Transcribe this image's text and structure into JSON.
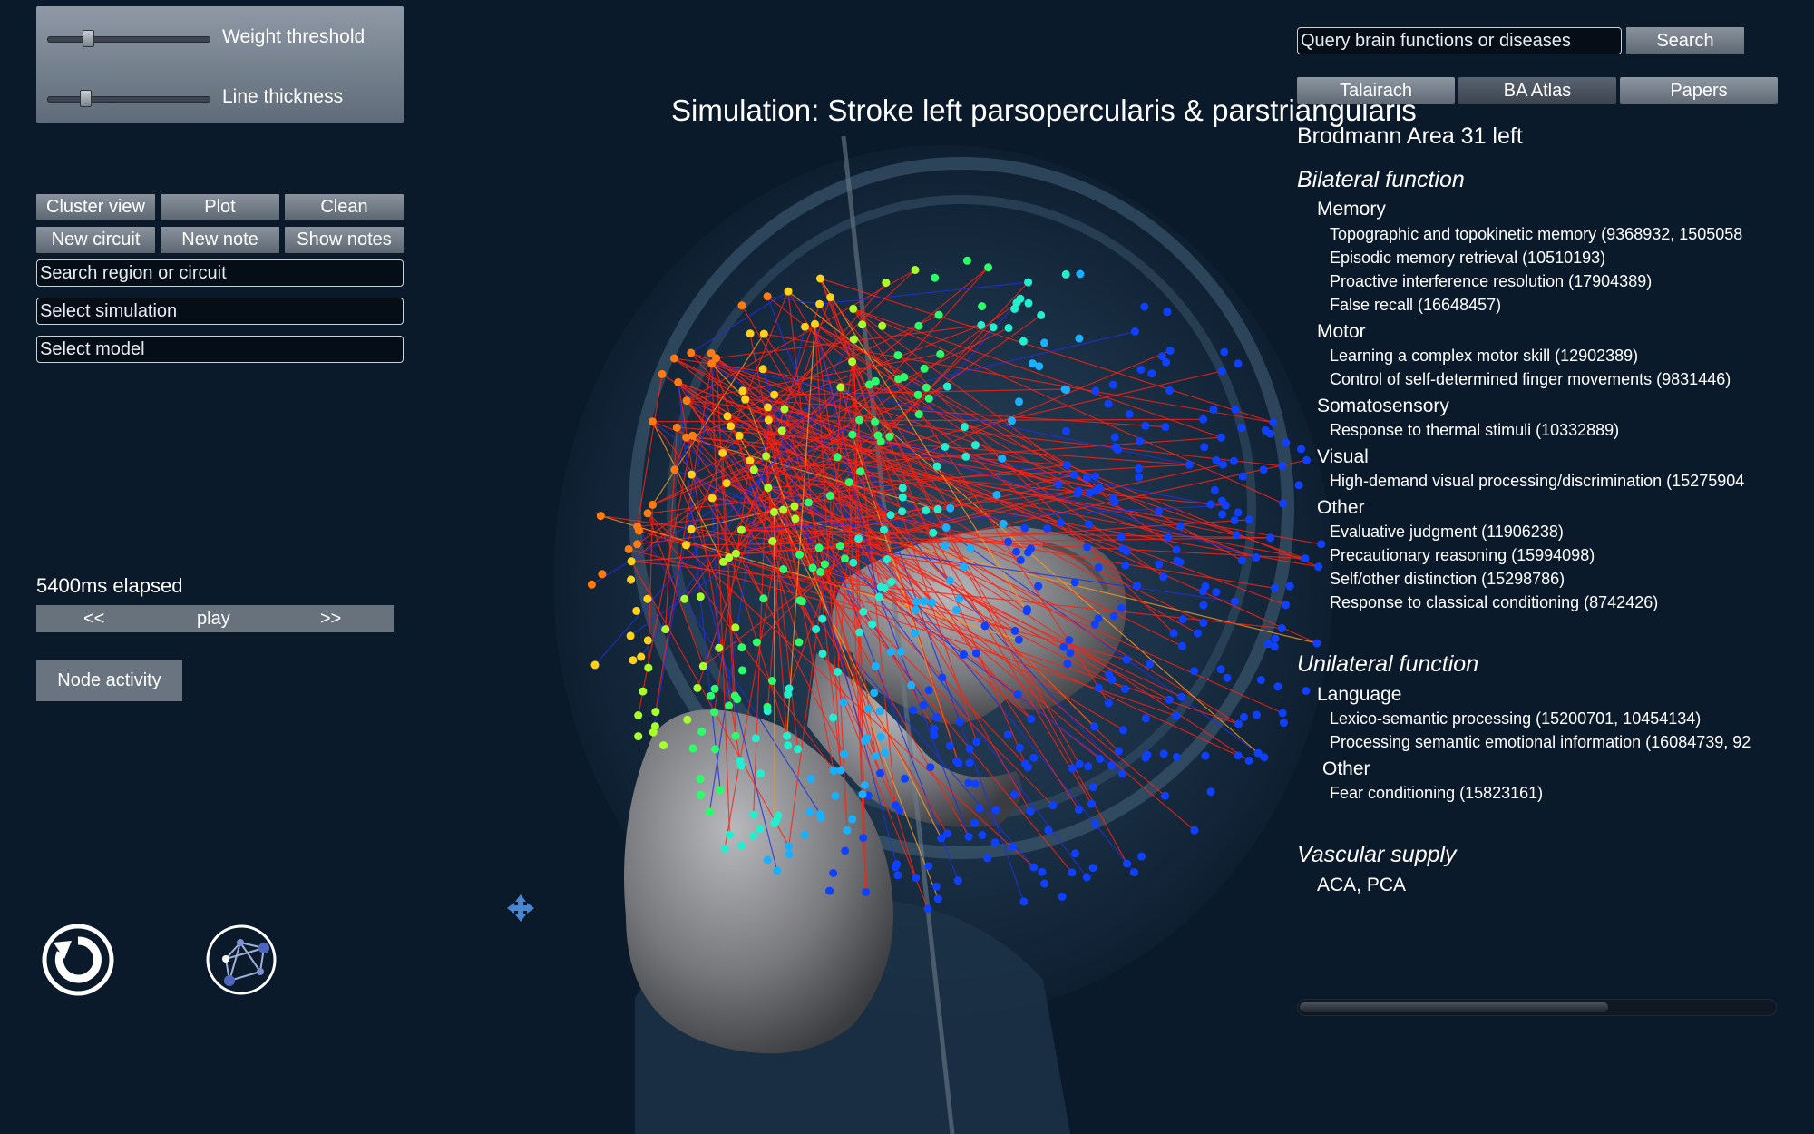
{
  "sliders": [
    {
      "label": "Weight threshold",
      "value": 0.22
    },
    {
      "label": "Line thickness",
      "value": 0.2
    }
  ],
  "toolbar": {
    "buttons_row1": [
      "Cluster view",
      "Plot",
      "Clean"
    ],
    "buttons_row2": [
      "New circuit",
      "New note",
      "Show notes"
    ]
  },
  "fields": {
    "search_region": "Search region or circuit",
    "select_simulation": "Select simulation",
    "select_model": "Select model"
  },
  "playback": {
    "elapsed": "5400ms elapsed",
    "rewind_label": "<<",
    "play_label": "play",
    "forward_label": ">>"
  },
  "node_activity_label": "Node activity",
  "icons": {
    "reset": "reset-icon",
    "network": "network-graph-icon",
    "move": "move-cursor-icon"
  },
  "title": "Simulation: Stroke left parsopercularis & parstriangularis",
  "search": {
    "placeholder": "Query brain functions or diseases",
    "button_label": "Search"
  },
  "tabs": [
    "Talairach",
    "BA Atlas",
    "Papers"
  ],
  "active_tab": "BA Atlas",
  "info": {
    "area_title": "Brodmann Area 31 left",
    "sections": [
      {
        "heading": "Bilateral function",
        "groups": [
          {
            "name": "Memory",
            "items": [
              "Topographic and topokinetic memory (9368932, 1505058",
              "Episodic memory retrieval (10510193)",
              "Proactive interference resolution (17904389)",
              "False recall (16648457)"
            ]
          },
          {
            "name": "Motor",
            "items": [
              "Learning a complex motor skill (12902389)",
              "Control of self-determined finger movements (9831446)"
            ]
          },
          {
            "name": "Somatosensory",
            "items": [
              "Response to thermal stimuli (10332889)"
            ]
          },
          {
            "name": "Visual",
            "items": [
              "High-demand visual processing/discrimination (15275904"
            ]
          },
          {
            "name": "Other",
            "items": [
              "Evaluative judgment (11906238)",
              "Precautionary reasoning (15994098)",
              "Self/other distinction (15298786)",
              "Response to classical conditioning (8742426)"
            ]
          }
        ]
      },
      {
        "heading": "Unilateral function",
        "groups": [
          {
            "name": "Language",
            "items": [
              "Lexico-semantic processing (15200701, 10454134)",
              "Processing semantic emotional information (16084739, 92"
            ]
          },
          {
            "name": "Other",
            "items": [
              "Fear conditioning (15823161)"
            ]
          }
        ]
      },
      {
        "heading": "Vascular supply",
        "groups": [
          {
            "name": "ACA, PCA",
            "items": []
          }
        ]
      }
    ]
  },
  "scroll_position": 0.65,
  "colors": {
    "background": "#0b1a2b",
    "panel": "#6a7480",
    "node_hot": "#ff2a10",
    "node_cold": "#1030ff",
    "mesh": "#8a8a8c"
  }
}
